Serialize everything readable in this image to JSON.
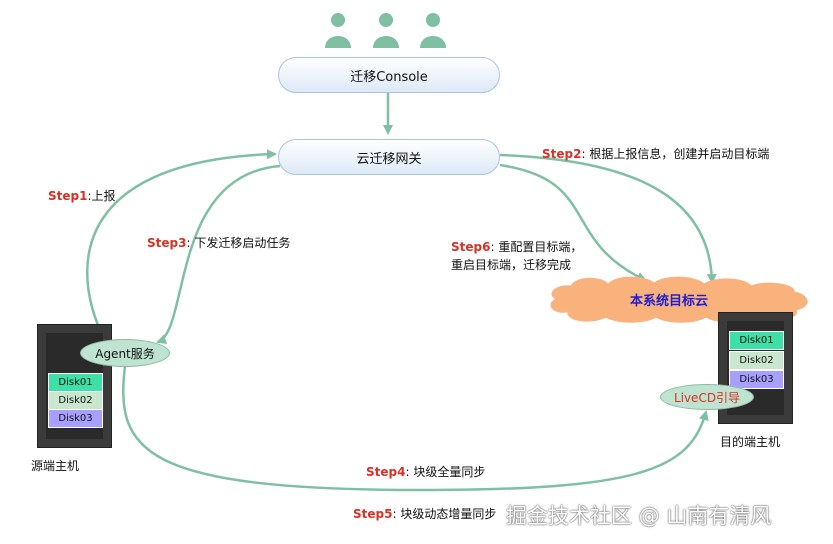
{
  "console_label": "迁移Console",
  "gateway_label": "云迁移网关",
  "agent_label": "Agent服务",
  "livecd_label": "LiveCD引导",
  "target_cloud_label": "本系统目标云",
  "source_host": {
    "label": "源端主机",
    "disks": [
      "Disk01",
      "Disk02",
      "Disk03"
    ]
  },
  "dest_host": {
    "label": "目的端主机",
    "disks": [
      "Disk01",
      "Disk02",
      "Disk03"
    ]
  },
  "steps": {
    "step1": {
      "num": "Step1",
      "text": ":上报"
    },
    "step2": {
      "num": "Step2",
      "text": ": 根据上报信息，创建并启动目标端"
    },
    "step3": {
      "num": "Step3",
      "text": ": 下发迁移启动任务"
    },
    "step4": {
      "num": "Step4",
      "text": ": 块级全量同步"
    },
    "step5": {
      "num": "Step5",
      "text": ": 块级动态增量同步"
    },
    "step6": {
      "num": "Step6",
      "text": ": 重配置目标端，",
      "text2": "重启目标端，迁移完成"
    }
  },
  "watermark": "掘金技术社区 @ 山南有清风",
  "colors": {
    "arrow": "#7fbfa3",
    "person": "#7fbfa3",
    "cloud": "#f9b27c",
    "disk1": "#3de0a6",
    "disk2": "#c9e7cf",
    "disk3": "#a7a0ff",
    "step": "#d93025"
  }
}
